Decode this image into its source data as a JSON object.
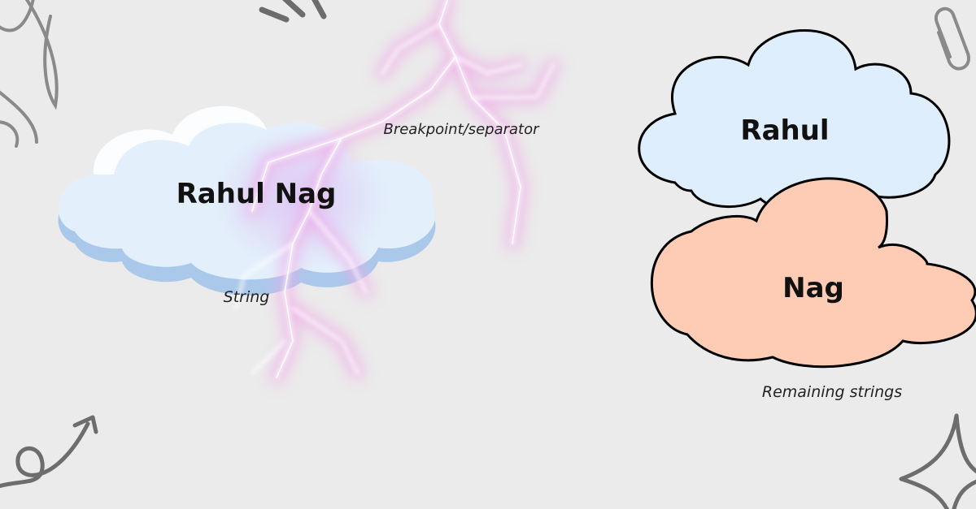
{
  "diagram": {
    "source_cloud": {
      "text": "Rahul Nag"
    },
    "caption_string": "String",
    "caption_separator": "Breakpoint/separator",
    "result_clouds": [
      {
        "text": "Rahul"
      },
      {
        "text": "Nag"
      }
    ],
    "caption_remaining": "Remaining strings"
  },
  "colors": {
    "background": "#ebebeb",
    "source_cloud_fill": "#e3f0fb",
    "source_cloud_shadow": "#aac8ea",
    "lightning_glow": "#f0a8e8",
    "result_cloud_1": "#deeefc",
    "result_cloud_2": "#fecbb4",
    "doodle_gray": "#8a8a8a"
  },
  "icons": [
    "paperclip-icon",
    "arrow-doodle-icon",
    "sparkle-icon",
    "burst-lines-icon",
    "leaf-scribble-icon",
    "lightning-bolt-icon"
  ]
}
